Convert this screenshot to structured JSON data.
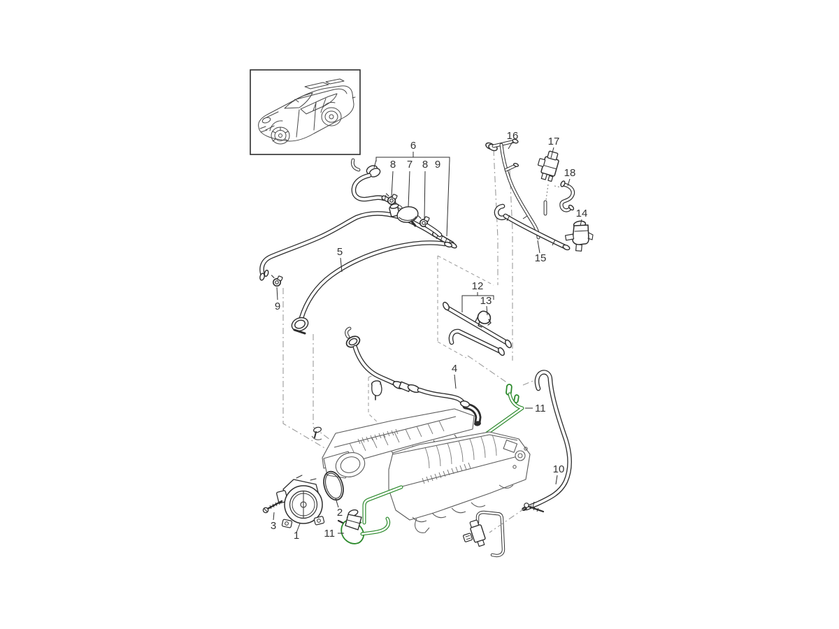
{
  "page": {
    "background": "#ffffff",
    "kind": "exploded-parts-diagram"
  },
  "colors": {
    "ink": "#2d2d2d",
    "soft": "#5a5a5a",
    "ref": "#9a9a9a",
    "highlight": "#2c8a2c",
    "label": "#333333"
  },
  "thumbnail": {
    "vehicle_drawing": "suv-three-quarter-line-art"
  },
  "callouts": {
    "part1": "1",
    "part2": "2",
    "part3": "3",
    "part4": "4",
    "part5": "5",
    "part6": "6",
    "part7": "7",
    "part8": "8",
    "part9": "9",
    "part10": "10",
    "part11": "11",
    "part12": "12",
    "part13": "13",
    "part14": "14",
    "part15": "15",
    "part16": "16",
    "part17": "17",
    "part18": "18"
  }
}
